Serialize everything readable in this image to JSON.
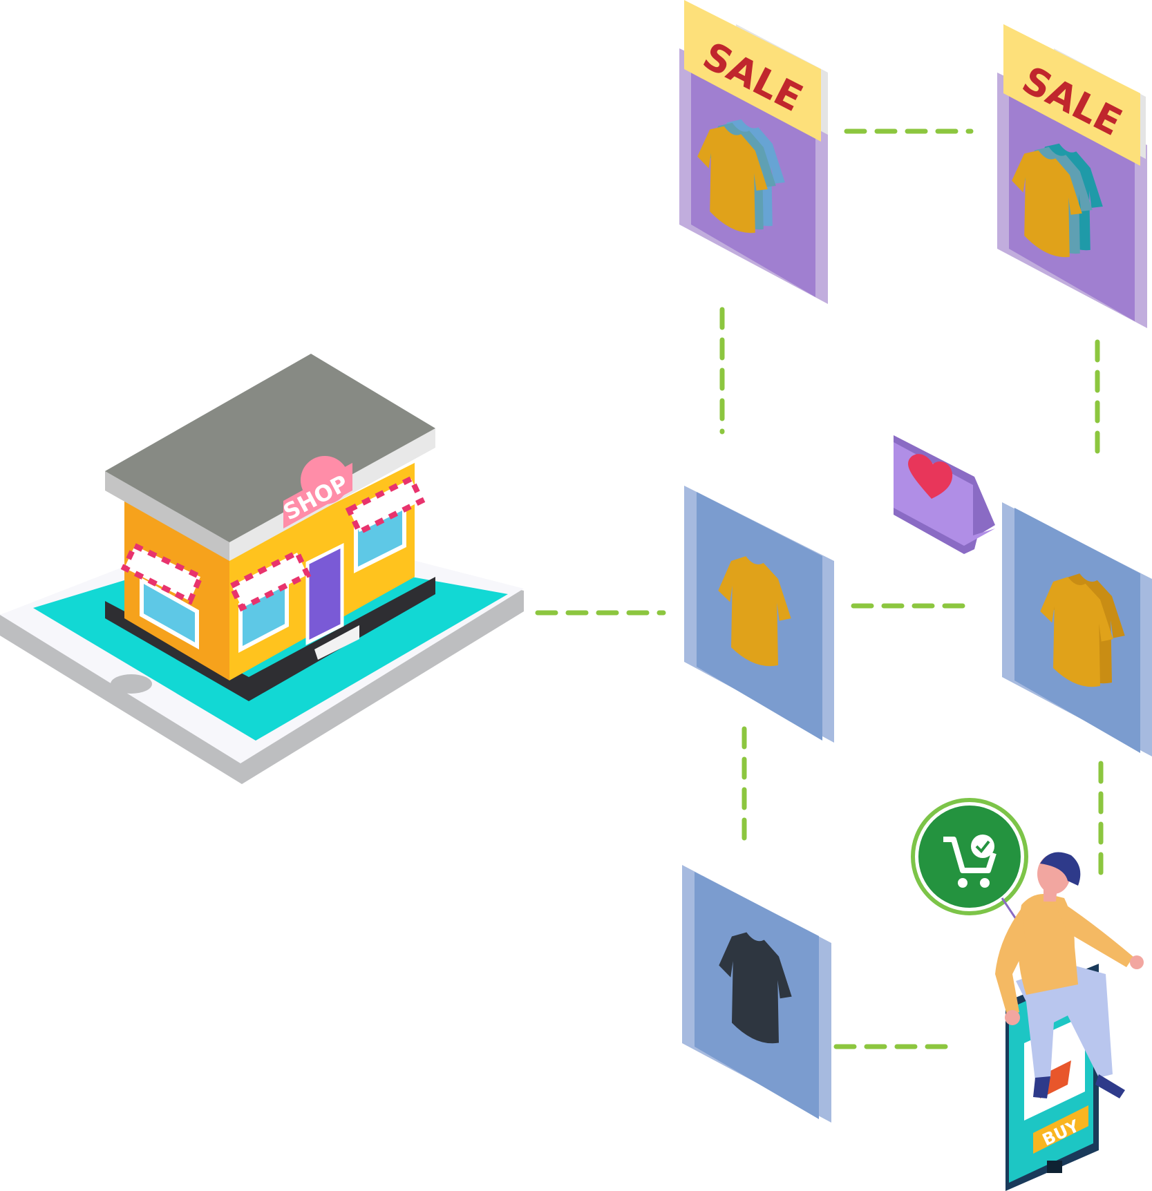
{
  "shop": {
    "sign": "SHOP"
  },
  "sale_cards": [
    {
      "banner": "SALE"
    },
    {
      "banner": "SALE"
    }
  ],
  "phone": {
    "buy_label": "BUY"
  },
  "colors": {
    "connector": "#8cc63f",
    "sale_card": "#a07fd0",
    "product_card": "#7b9ccf",
    "sale_banner": "#fde07a",
    "sale_text": "#c0262d",
    "shirt_yellow": "#e0a21a",
    "shirt_dark": "#2e3640",
    "shop_wall": "#f6a21c",
    "shop_roof": "#878a84",
    "tablet_screen": "#12d8d4",
    "cart_badge": "#24933f",
    "heart": "#e8365a"
  },
  "icons": [
    "shop-building",
    "tablet-device",
    "sale-tag",
    "t-shirt",
    "heart-icon",
    "cart-check-icon",
    "smartphone",
    "person"
  ]
}
